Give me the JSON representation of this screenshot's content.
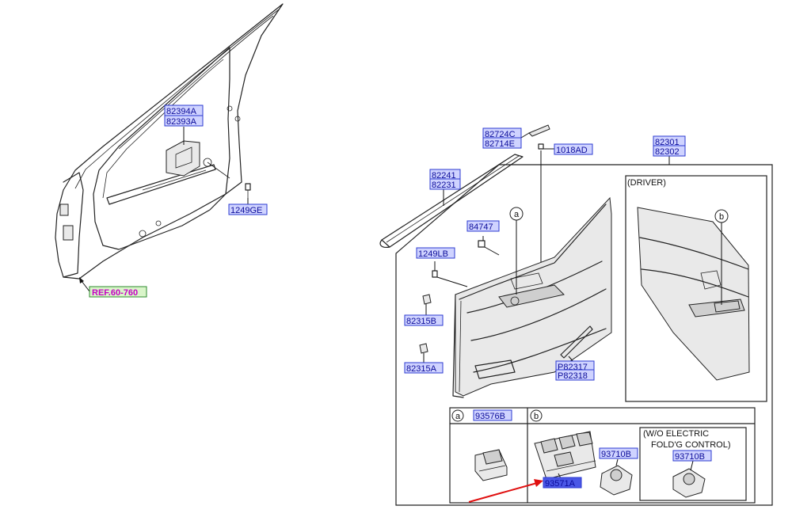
{
  "part_labels": {
    "p82394A": "82394A",
    "p82393A": "82393A",
    "p1249GE": "1249GE",
    "p82724C": "82724C",
    "p82714E": "82714E",
    "p1018AD": "1018AD",
    "p82301": "82301",
    "p82302": "82302",
    "p82241": "82241",
    "p82231": "82231",
    "p84747": "84747",
    "p1249LB": "1249LB",
    "p82315B": "82315B",
    "p82315A": "82315A",
    "pP82317": "P82317",
    "pP82318": "P82318",
    "p93576B": "93576B",
    "p93710B_1": "93710B",
    "p93571A": "93571A",
    "p93710B_2": "93710B"
  },
  "ref_label": "REF.60-760",
  "annotations": {
    "driver": "(DRIVER)",
    "wo_line1": "(W/O ELECTRIC",
    "wo_line2": "FOLD'G CONTROL)",
    "callout_a": "a",
    "callout_b": "b"
  },
  "colors": {
    "label_fill": "#cfd3ff",
    "label_border": "#2d3bd0",
    "label_text": "#0b0b9a",
    "ref_fill": "#d9f5c9",
    "ref_text": "#c400c4",
    "highlight_arrow": "#e01010",
    "highlight_label_fill": "#4a57e6"
  }
}
